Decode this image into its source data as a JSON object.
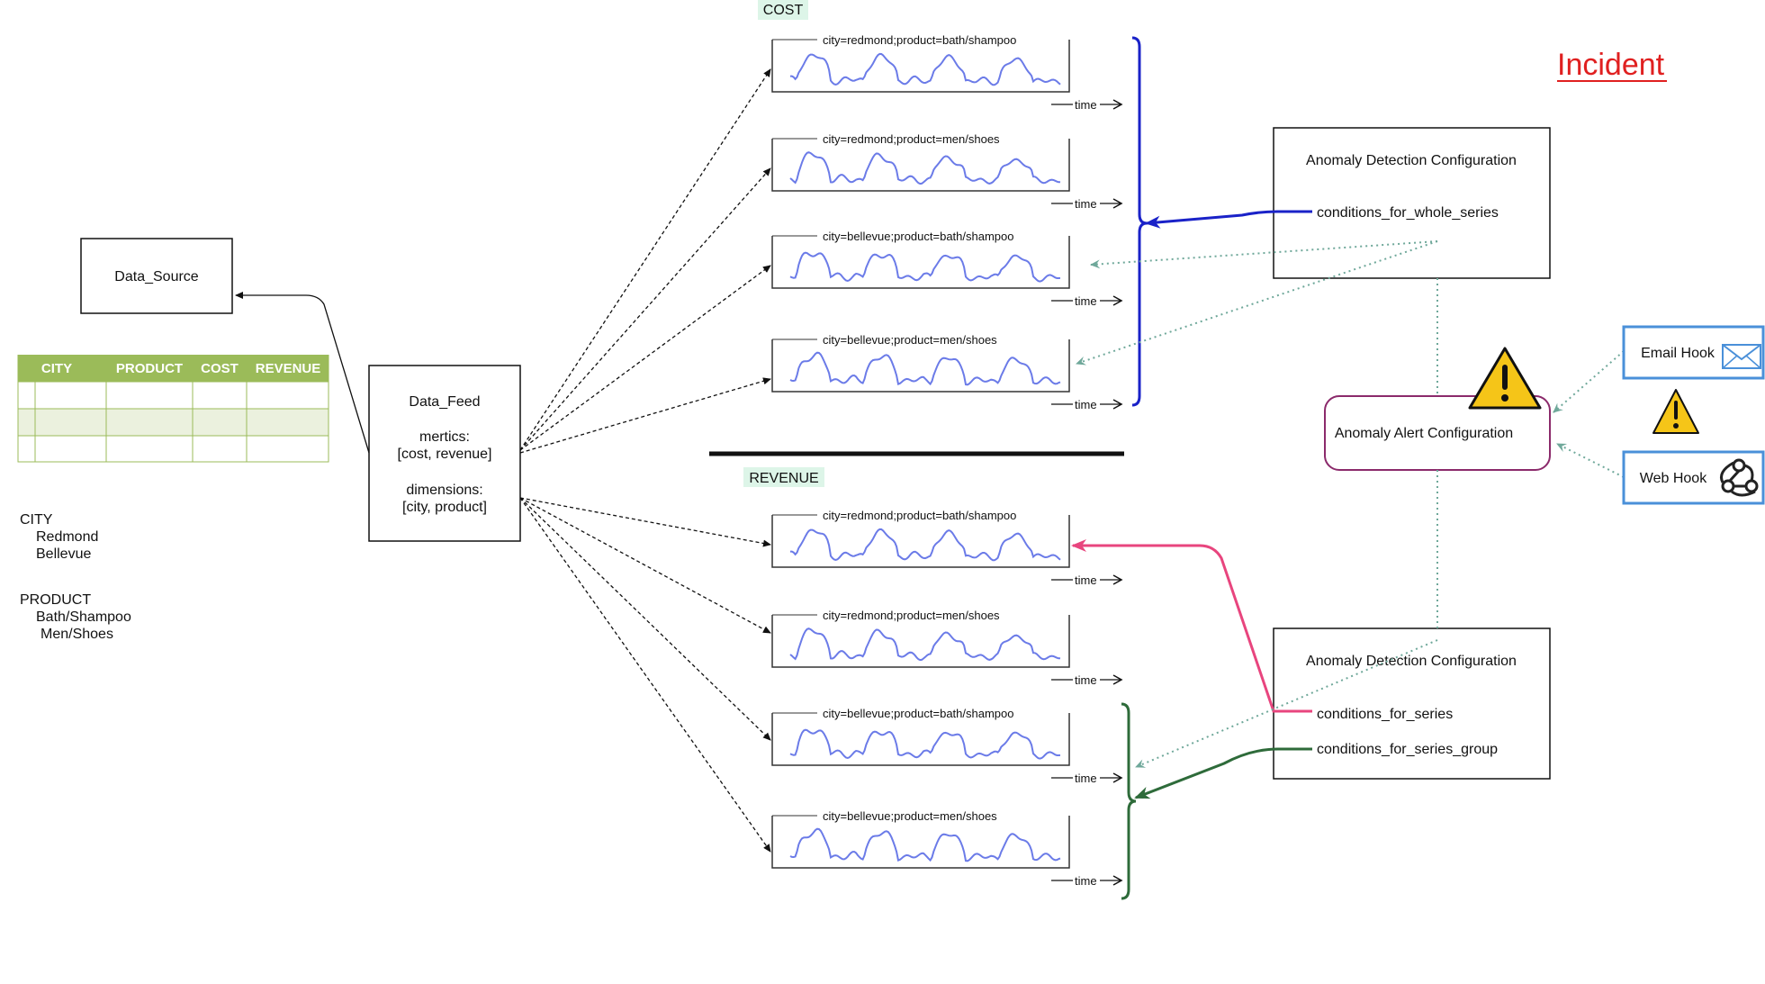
{
  "incident_label": "Incident",
  "data_source": {
    "label": "Data_Source"
  },
  "table": {
    "headers": [
      "CITY",
      "PRODUCT",
      "COST",
      "REVENUE"
    ]
  },
  "dimensions_list": {
    "city_title": "CITY",
    "city_values": [
      "Redmond",
      "Bellevue"
    ],
    "product_title": "PRODUCT",
    "product_values": [
      "Bath/Shampoo",
      "Men/Shoes"
    ]
  },
  "data_feed": {
    "title": "Data_Feed",
    "metrics_label": "mertics:",
    "metrics_value": "[cost, revenue]",
    "dimensions_label": "dimensions:",
    "dimensions_value": "[city, product]"
  },
  "sections": {
    "cost": "COST",
    "revenue": "REVENUE"
  },
  "series_labels": [
    "city=redmond;product=bath/shampoo",
    "city=redmond;product=men/shoes",
    "city=bellevue;product=bath/shampoo",
    "city=bellevue;product=men/shoes"
  ],
  "time_label": "time",
  "detection_config_top": {
    "title": "Anomaly Detection Configuration",
    "conditions": [
      "conditions_for_whole_series"
    ]
  },
  "detection_config_bottom": {
    "title": "Anomaly Detection Configuration",
    "conditions": [
      "conditions_for_series",
      "conditions_for_series_group"
    ]
  },
  "alert_config": {
    "label": "Anomaly Alert Configuration"
  },
  "hooks": {
    "email": "Email Hook",
    "web": "Web Hook"
  },
  "colors": {
    "table_header": "#9bbb59",
    "table_row_alt": "#ebf1de",
    "series_line": "#6b7be8",
    "incident": "#e02020",
    "blue_brace": "#1a22c8",
    "green_brace": "#2e6b3a",
    "pink_arrow": "#e8457e",
    "alert_border": "#8b2a6b",
    "hook_border": "#4a90d9",
    "dotted_teal": "#6fa89a",
    "warning_fill": "#f5c518",
    "section_bg": "#ddf5e8"
  }
}
